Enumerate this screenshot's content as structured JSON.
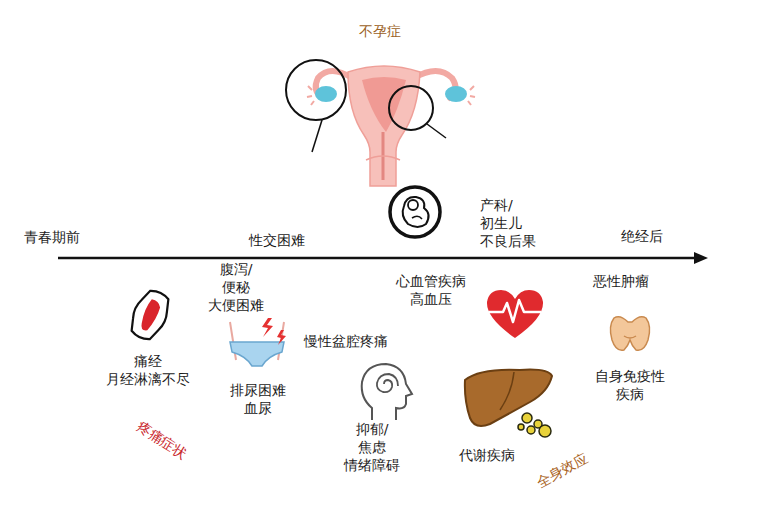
{
  "diagram": {
    "nodes": [
      {
        "text": [
          "不孕症"
        ]
      },
      {
        "text": [
          "疼痛症状"
        ]
      },
      {
        "text": [
          "全身效应"
        ]
      }
    ],
    "labels": [
      "青春期前",
      "性交困难",
      "产科/初生儿 不良后果",
      "绝经后",
      "腹泻/便秘 大便困难",
      "慢性盆腔疼痛",
      "痛经 月经淋漓不尽",
      "排尿困难 血尿",
      "心血管疾病 高血压",
      "恶性肿瘤",
      "自身免疫性 疾病",
      "抑郁/焦虑 情绪障碍",
      "代谢疾病"
    ]
  }
}
